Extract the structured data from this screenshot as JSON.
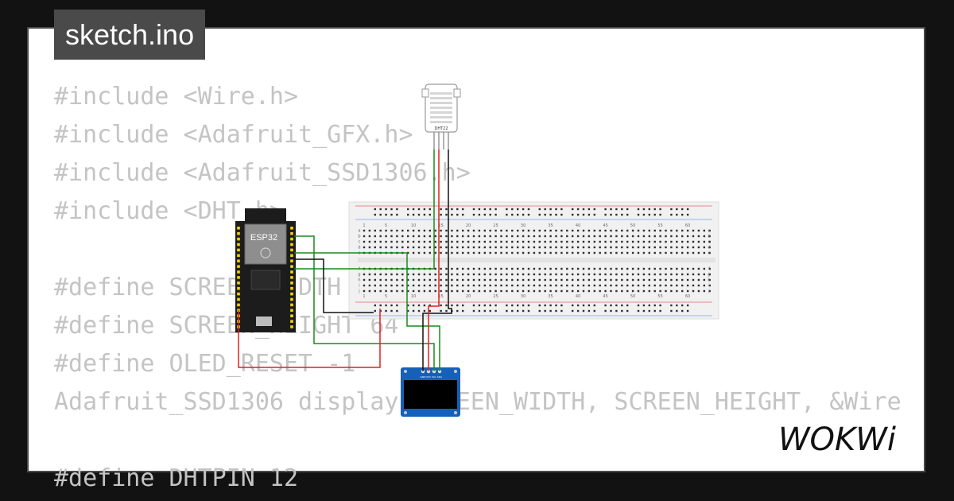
{
  "file_tab": {
    "label": "sketch.ino"
  },
  "code": {
    "lines": [
      "#include <Wire.h>",
      "#include <Adafruit_GFX.h>",
      "#include <Adafruit_SSD1306.h>",
      "#include <DHT.h>",
      "",
      "#define SCREEN_WIDTH 128",
      "#define SCREEN_HEIGHT 64",
      "#define OLED_RESET -1",
      "Adafruit_SSD1306 display(SCREEN_WIDTH, SCREEN_HEIGHT, &Wire",
      "",
      "#define DHTPIN 12"
    ]
  },
  "esp32": {
    "label": "ESP32"
  },
  "dht": {
    "label": "DHT22"
  },
  "breadboard": {
    "column_labels": [
      "1",
      "5",
      "10",
      "15",
      "20",
      "25",
      "30",
      "35",
      "40",
      "45",
      "50",
      "55",
      "60"
    ],
    "row_labels_top": [
      "a",
      "b",
      "c",
      "d",
      "e"
    ],
    "row_labels_bottom": [
      "f",
      "g",
      "h",
      "i",
      "j"
    ]
  },
  "oled": {
    "pin_labels": [
      "GND",
      "VCC",
      "SCL",
      "SDA"
    ]
  },
  "logo": {
    "text": "WOKWi",
    "label": "wokwi-logo"
  },
  "colors": {
    "background": "#121212",
    "card": "#ffffff",
    "code_text": "#c4c4c4",
    "tab": "#4a4a4a",
    "wire_green": "#1a8a1a",
    "wire_red": "#e02020",
    "wire_black": "#111111",
    "esp32_board": "#1c1c1c",
    "esp32_pins": "#f2d400",
    "oled_board": "#1560b8",
    "breadboard": "#f1f1f1"
  }
}
